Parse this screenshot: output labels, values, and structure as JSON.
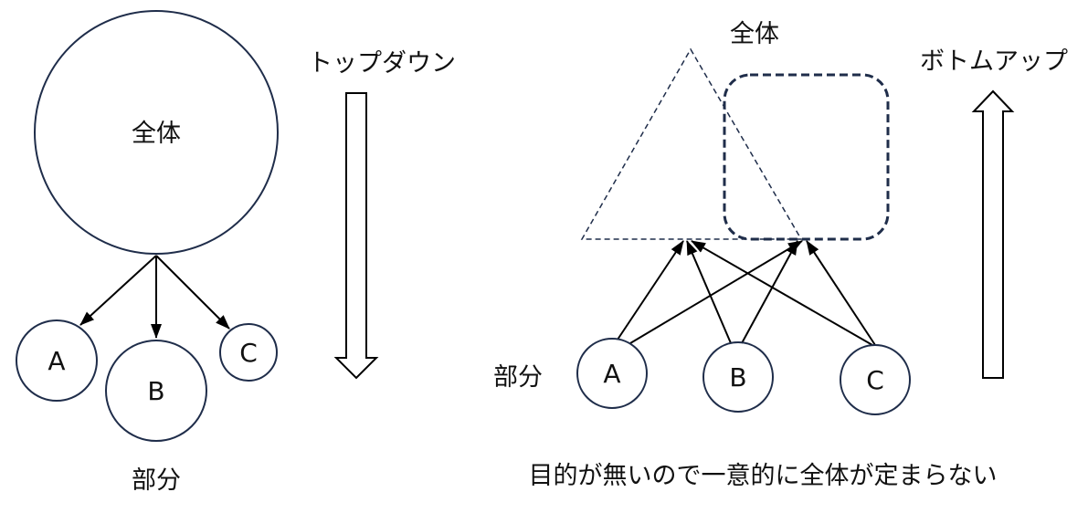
{
  "colors": {
    "navy": "#1f2d4a",
    "line": "#000000"
  },
  "left": {
    "direction_label": "トップダウン",
    "whole_label": "全体",
    "parts_label": "部分",
    "nodes": [
      "A",
      "B",
      "C"
    ]
  },
  "right": {
    "direction_label": "ボトムアップ",
    "whole_label": "全体",
    "parts_label": "部分",
    "nodes": [
      "A",
      "B",
      "C"
    ],
    "caption": "目的が無いので一意的に全体が定まらない"
  }
}
